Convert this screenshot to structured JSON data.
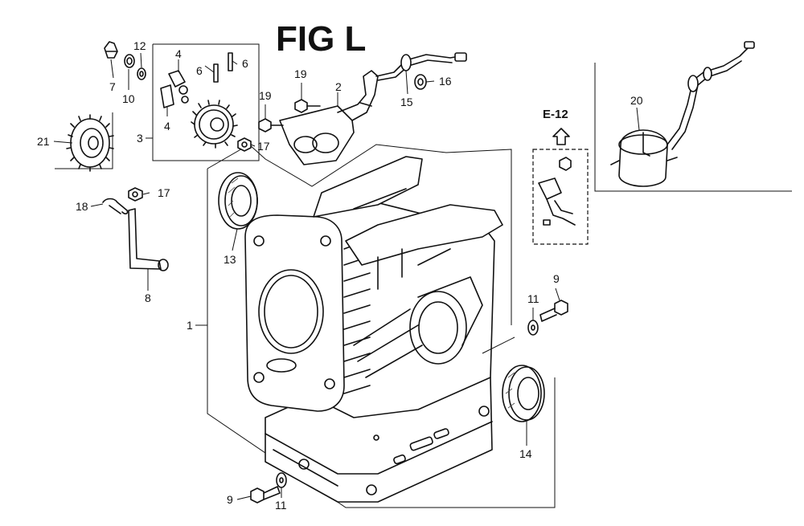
{
  "figure": {
    "title": "FIG L"
  },
  "reference": {
    "label": "E-12"
  },
  "callouts": {
    "c1": "1",
    "c2": "2",
    "c3": "3",
    "c4a": "4",
    "c4b": "4",
    "c6a": "6",
    "c6b": "6",
    "c7": "7",
    "c8": "8",
    "c9a": "9",
    "c9b": "9",
    "c10": "10",
    "c11a": "11",
    "c11b": "11",
    "c12": "12",
    "c13": "13",
    "c14": "14",
    "c15": "15",
    "c16": "16",
    "c17a": "17",
    "c17b": "17",
    "c18": "18",
    "c19a": "19",
    "c19b": "19",
    "c20": "20",
    "c21": "21"
  }
}
